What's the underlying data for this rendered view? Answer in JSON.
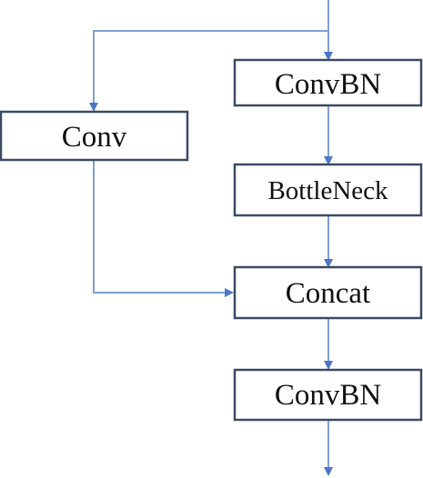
{
  "nodes": {
    "convbn_top": {
      "label": "ConvBN"
    },
    "conv": {
      "label": "Conv"
    },
    "bottleneck": {
      "label": "BottleNeck"
    },
    "concat": {
      "label": "Concat"
    },
    "convbn_bottom": {
      "label": "ConvBN"
    }
  },
  "colors": {
    "box_border": "#3b4a63",
    "edge": "#7f9fd6",
    "arrowhead": "#4d77c6"
  }
}
